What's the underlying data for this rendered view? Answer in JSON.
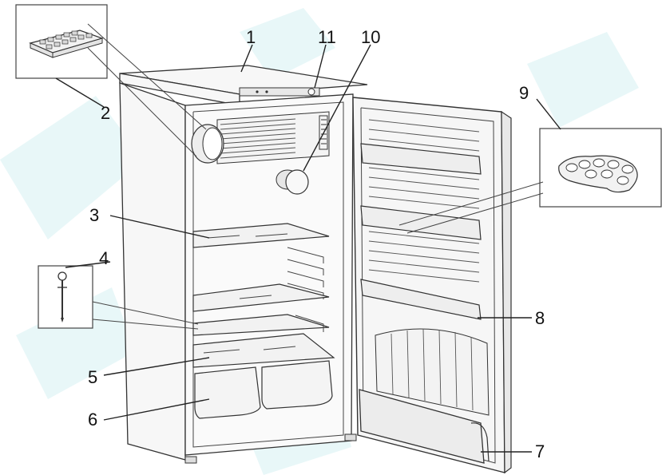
{
  "labels": [
    "1",
    "2",
    "3",
    "4",
    "5",
    "6",
    "7",
    "8",
    "9",
    "10",
    "11"
  ],
  "colors": {
    "line": "#222222",
    "watermark": "#cfeff0",
    "fill": "#f5f5f5"
  }
}
